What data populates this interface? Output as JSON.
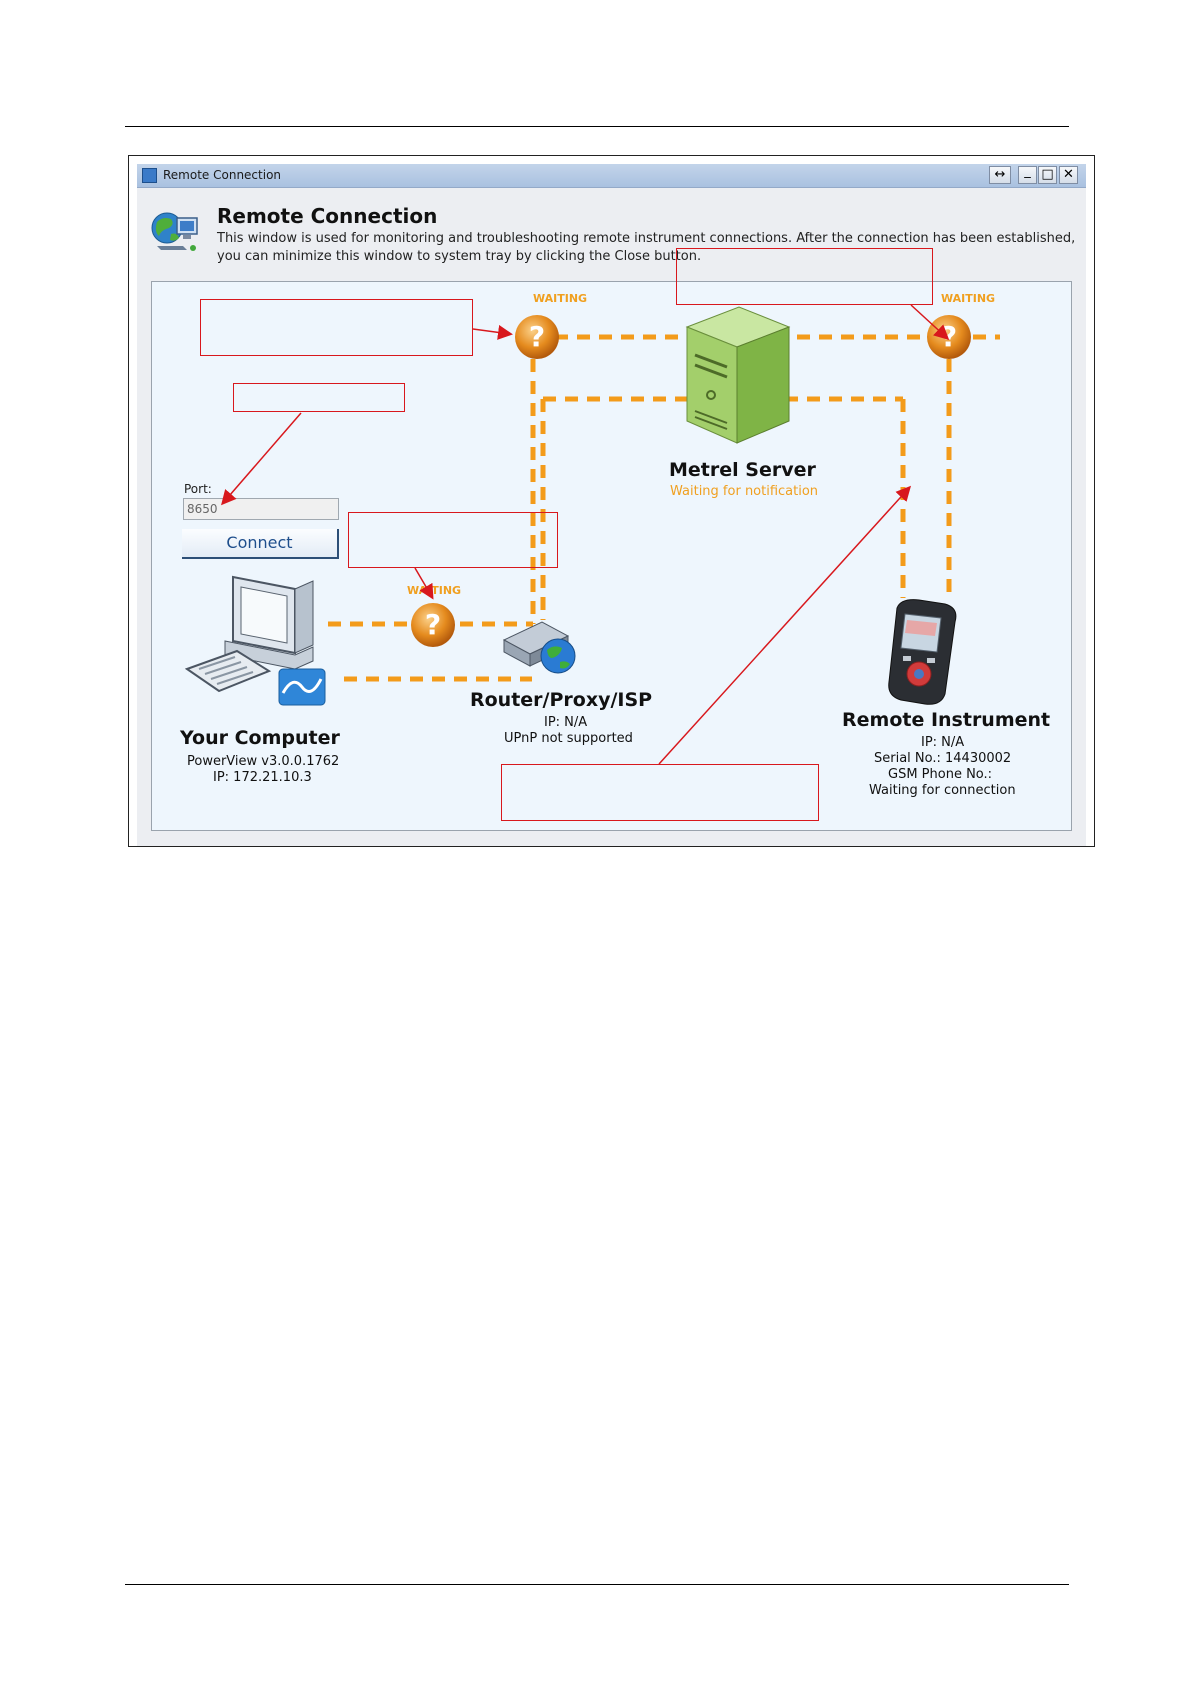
{
  "window": {
    "title": "Remote Connection",
    "controls": {
      "resize": "↔",
      "minimize": "_",
      "maximize": "□",
      "close": "✕"
    }
  },
  "header": {
    "title": "Remote Connection",
    "description": "This window is used for monitoring and troubleshooting remote instrument connections. After the connection has been established, you can minimize this window to system tray by clicking the Close button."
  },
  "status": {
    "top_left": "WAITING",
    "top_right": "WAITING",
    "bottom_mid": "WAITING"
  },
  "server": {
    "name": "Metrel Server",
    "status": "Waiting for notification"
  },
  "port": {
    "label": "Port:",
    "value": "8650"
  },
  "connect_button": "Connect",
  "computer": {
    "name": "Your Computer",
    "version": "PowerView v3.0.0.1762",
    "ip": "IP: 172.21.10.3"
  },
  "router": {
    "name": "Router/Proxy/ISP",
    "ip": "IP: N/A",
    "upnp": "UPnP not supported"
  },
  "instrument": {
    "name": "Remote Instrument",
    "ip": "IP: N/A",
    "serial": "Serial No.: 14430002",
    "gsm": "GSM Phone No.:",
    "status": "Waiting for connection"
  },
  "colors": {
    "link": "#f39b1a",
    "callout": "#d8181d",
    "status_orange": "#f0a020",
    "titlebar": "#b6cae6"
  },
  "icons": [
    "windows-app-icon",
    "network-globe-icon",
    "question-icon",
    "server-icon",
    "computer-icon",
    "router-icon",
    "instrument-icon"
  ]
}
